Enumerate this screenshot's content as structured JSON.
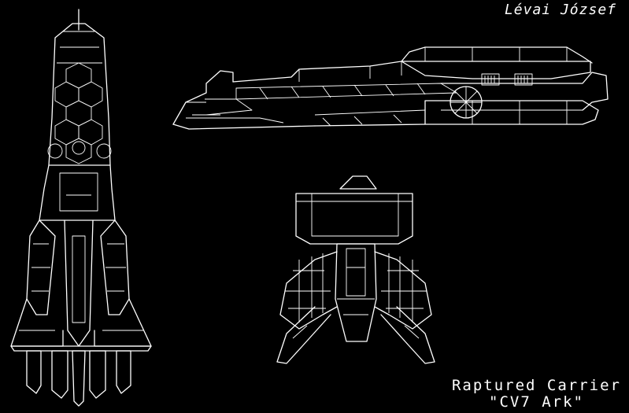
{
  "author": "Lévai József",
  "title": {
    "line1": "Raptured Carrier",
    "line2": "\"CV7 Ark\""
  },
  "colors": {
    "background": "#000000",
    "line": "#ffffff"
  },
  "views": [
    "top-view",
    "side-view",
    "front-view"
  ]
}
